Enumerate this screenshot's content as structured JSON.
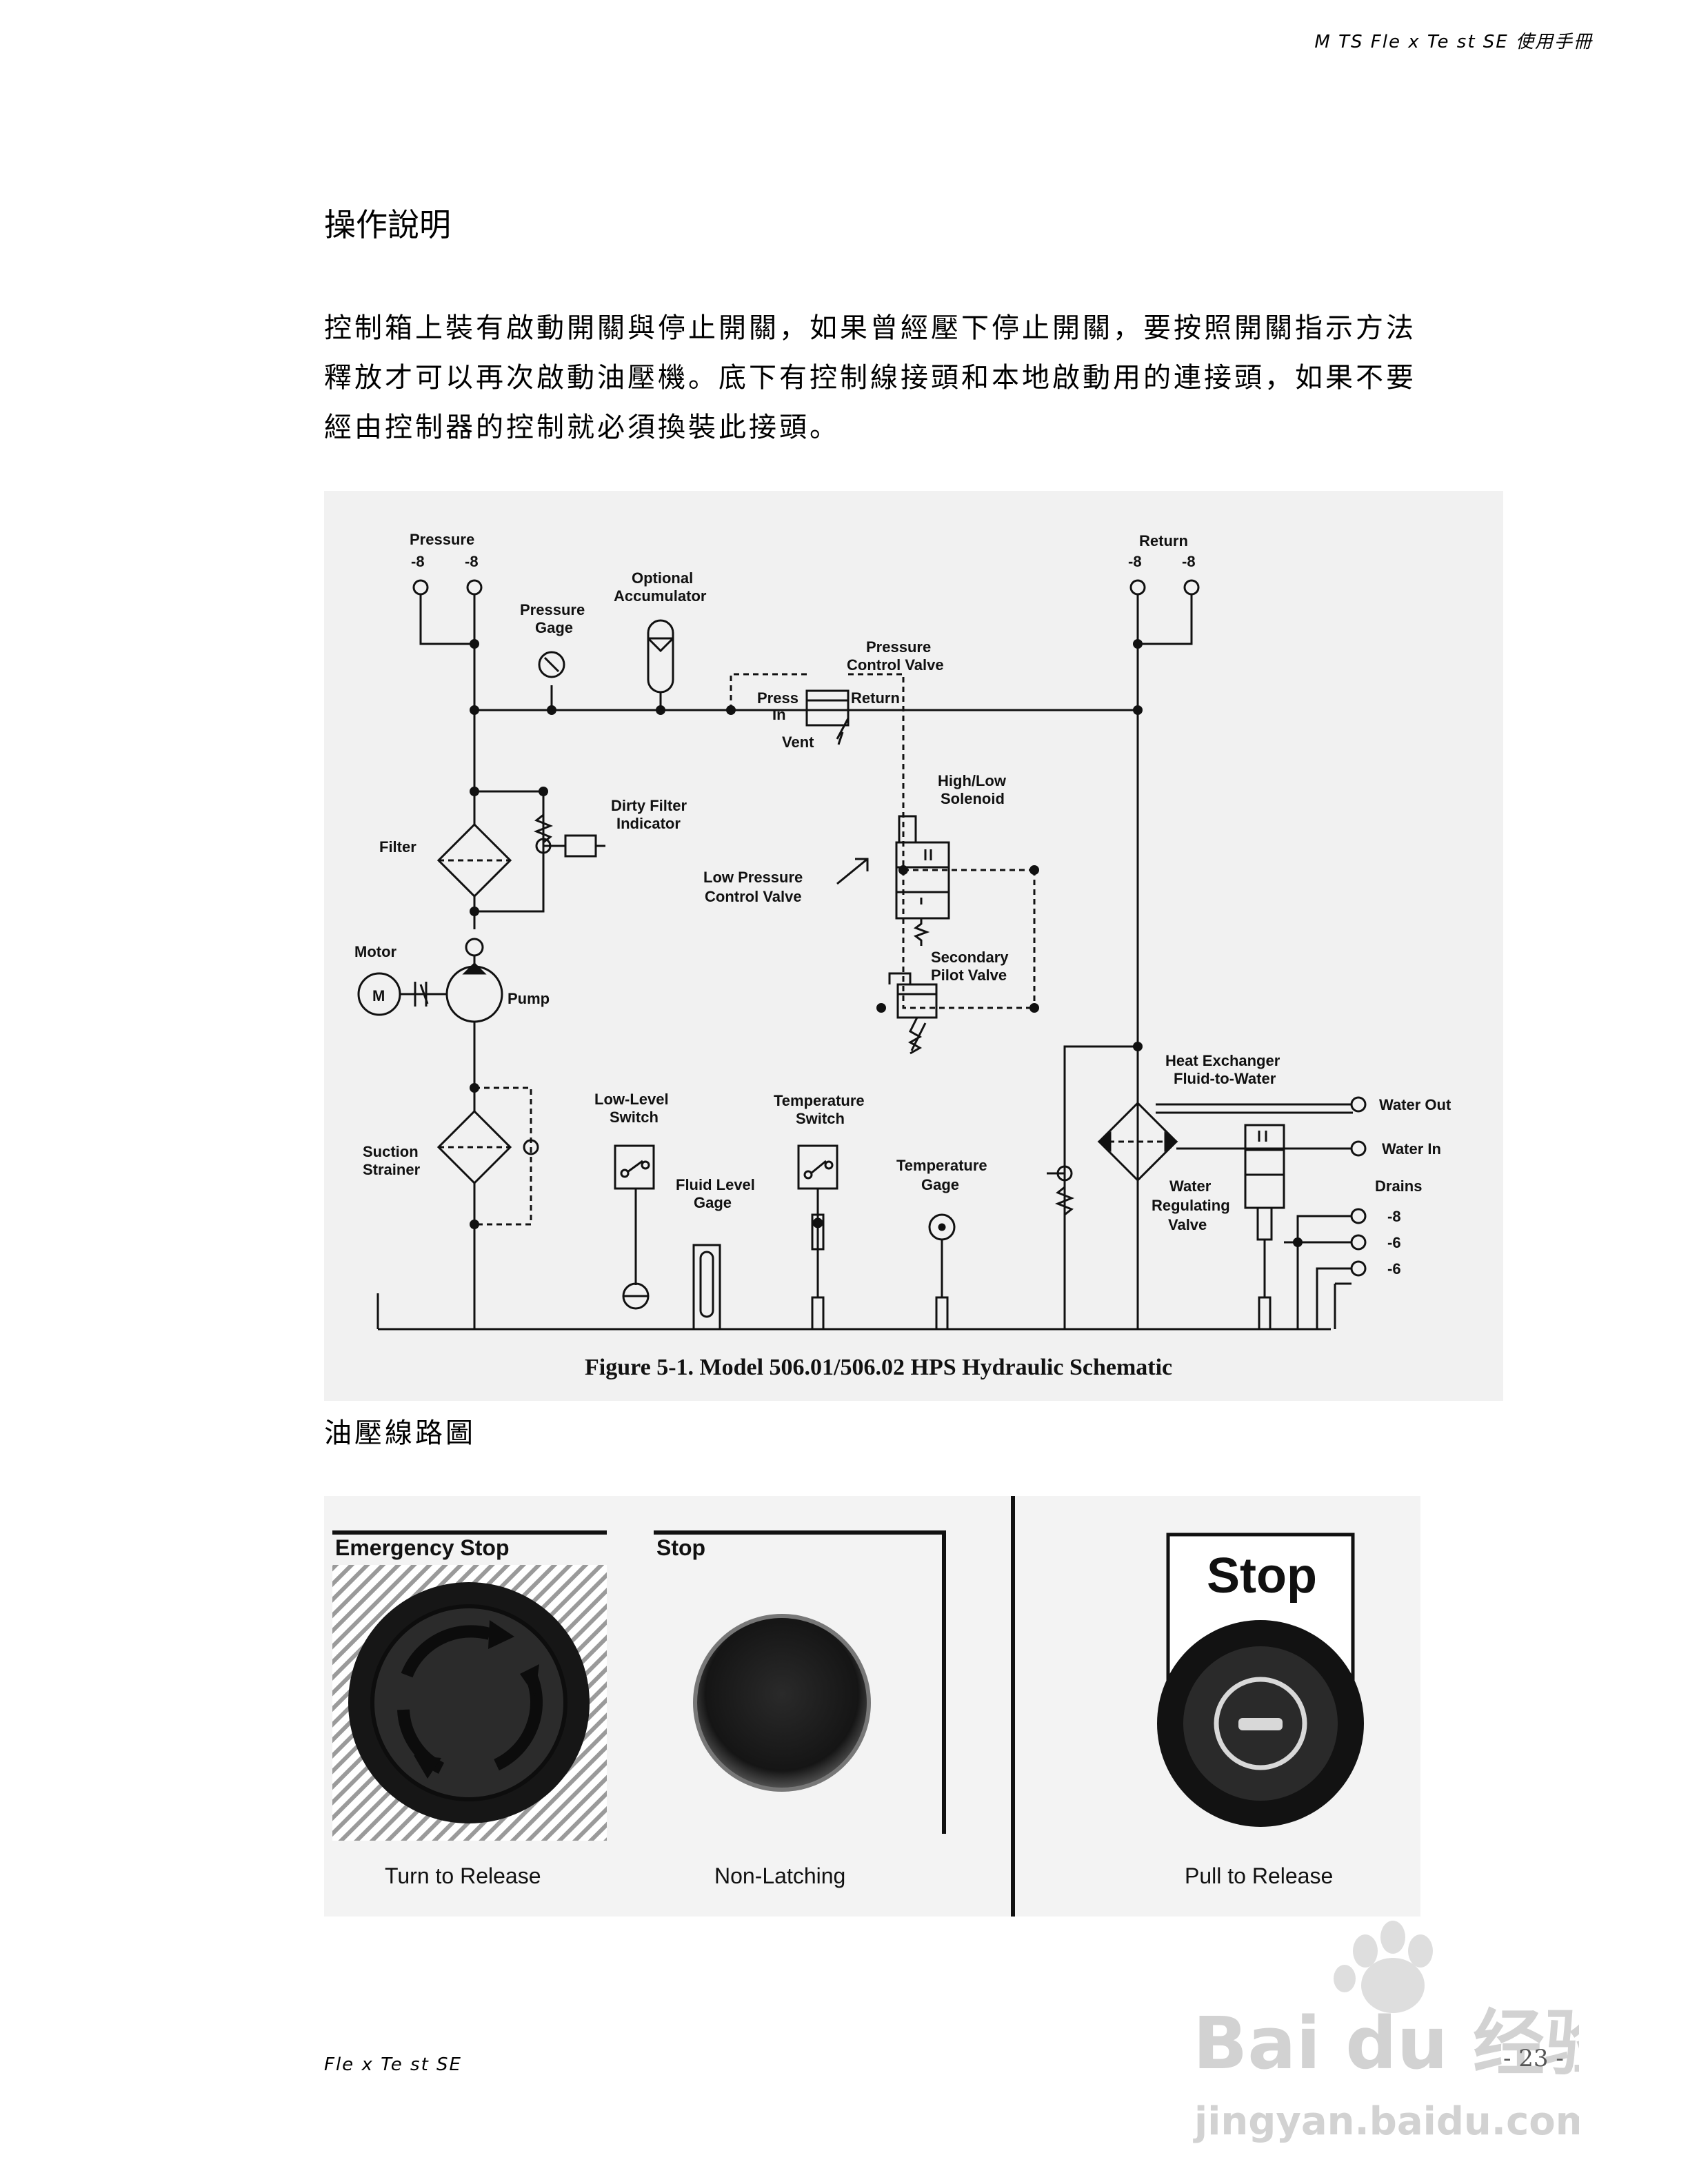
{
  "header": {
    "text": "M TS Fle x Te st  SE  使用手冊"
  },
  "section_title": "操作說明",
  "paragraph_lines": [
    "控制箱上裝有啟動開關與停止開關，如果曾經壓下停止開關，要按照開關指示方法",
    "釋放才可以再次啟動油壓機。底下有控制線接頭和本地啟動用的連接頭，如果不要",
    "經由控制器的控制就必須換裝此接頭。"
  ],
  "schematic": {
    "caption": "Figure 5-1.   Model 506.01/506.02 HPS Hydraulic Schematic",
    "labels": {
      "pressure": "Pressure",
      "pressure_ports": [
        "-8",
        "-8"
      ],
      "pressure_gage": [
        "Pressure",
        "Gage"
      ],
      "optional_accumulator": [
        "Optional",
        "Accumulator"
      ],
      "pressure_control_valve": [
        "Pressure",
        "Control Valve"
      ],
      "press_in": [
        "Press",
        "In"
      ],
      "return_port": "Return",
      "vent": "Vent",
      "return": "Return",
      "return_ports": [
        "-8",
        "-8"
      ],
      "high_low_solenoid": [
        "High/Low",
        "Solenoid"
      ],
      "dirty_filter_indicator": [
        "Dirty Filter",
        "Indicator"
      ],
      "filter": "Filter",
      "low_pressure_control_valve": [
        "Low Pressure",
        "Control Valve"
      ],
      "motor": "Motor",
      "motor_symbol": "M",
      "pump": "Pump",
      "secondary_pilot_valve": [
        "Secondary",
        "Pilot Valve"
      ],
      "heat_exchanger": [
        "Heat Exchanger",
        "Fluid-to-Water"
      ],
      "water_out": "Water Out",
      "water_in": "Water In",
      "low_level_switch": [
        "Low-Level",
        "Switch"
      ],
      "temperature_switch": [
        "Temperature",
        "Switch"
      ],
      "suction_strainer": [
        "Suction",
        "Strainer"
      ],
      "fluid_level_gage": [
        "Fluid Level",
        "Gage"
      ],
      "temperature_gage": [
        "Temperature",
        "Gage"
      ],
      "water_regulating_valve": [
        "Water",
        "Regulating",
        "Valve"
      ],
      "drains": "Drains",
      "drain_ports": [
        "-8",
        "-6",
        "-6"
      ]
    }
  },
  "schematic_caption_zh": "油壓線路圖",
  "stop_buttons": {
    "emergency_stop_title": "Emergency Stop",
    "emergency_stop_caption": "Turn to Release",
    "stop_title": "Stop",
    "stop_caption": "Non-Latching",
    "stop_plate_text": "Stop",
    "pull_caption": "Pull to Release"
  },
  "footer": {
    "left": "Fle x Te st  SE",
    "page": "- 23 -"
  },
  "watermark": {
    "brand": "Bai  du 经验",
    "url": "jingyan.baidu.com"
  }
}
